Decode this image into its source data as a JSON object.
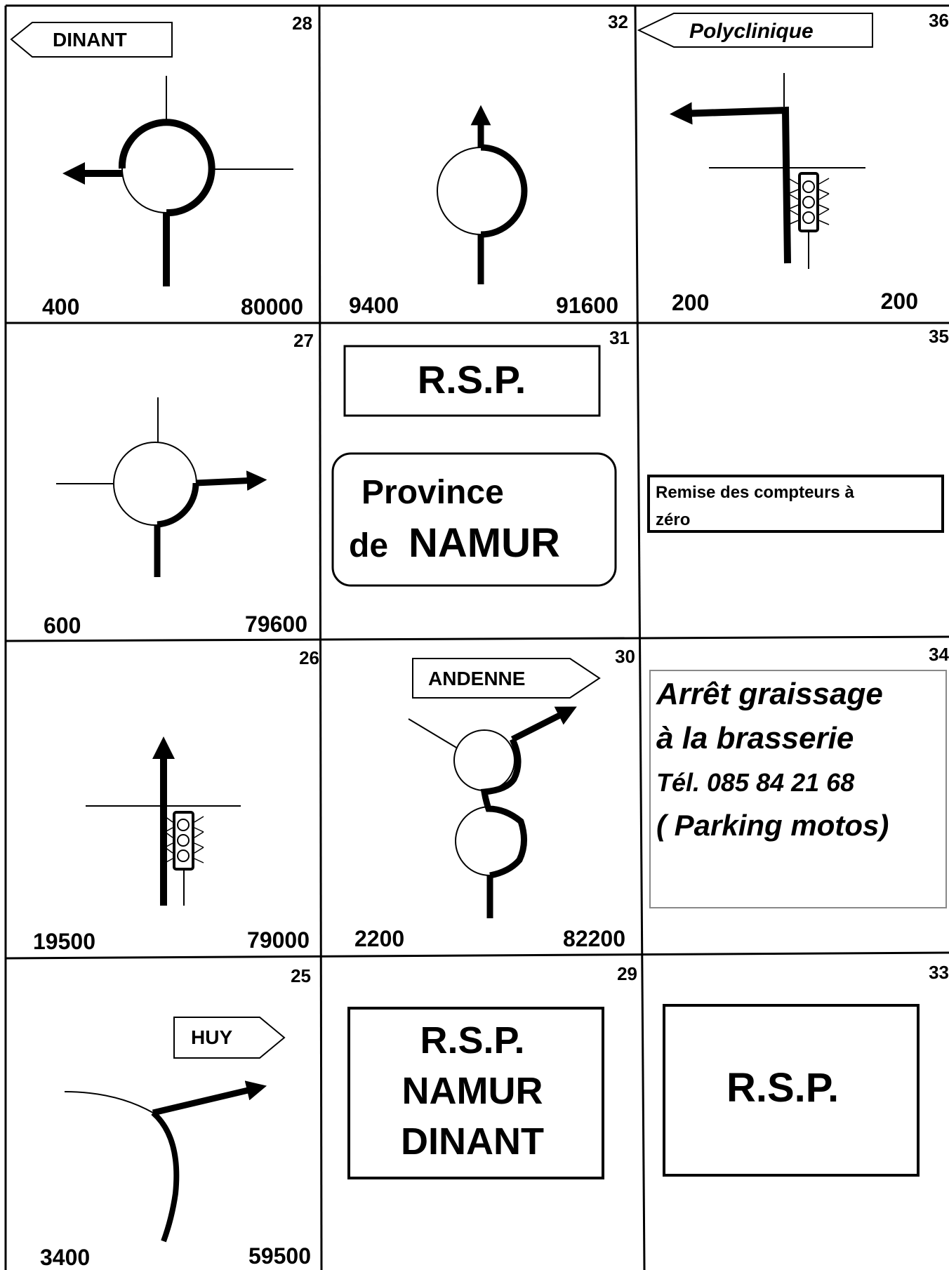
{
  "cells": {
    "c28": {
      "number": "28",
      "sign": "DINANT",
      "partial": "400",
      "total": "80000"
    },
    "c32": {
      "number": "32",
      "partial": "9400",
      "total": "91600"
    },
    "c36": {
      "number": "36",
      "sign": "Polyclinique",
      "partial": "200",
      "total": "200"
    },
    "c27": {
      "number": "27",
      "partial": "600",
      "total": "79600"
    },
    "c31": {
      "number": "31",
      "box": "R.S.P.",
      "province_line1": "Province",
      "province_de": "de",
      "province_name": "NAMUR"
    },
    "c35": {
      "number": "35",
      "note_line1": "Remise des compteurs à",
      "note_line2": "zéro"
    },
    "c26": {
      "number": "26",
      "partial": "19500",
      "total": "79000"
    },
    "c30": {
      "number": "30",
      "sign": "ANDENNE",
      "partial": "2200",
      "total": "82200"
    },
    "c34": {
      "number": "34",
      "line1": "Arrêt graissage",
      "line2": "à la brasserie",
      "line3": "Tél. 085 84 21 68",
      "line4": "( Parking motos)"
    },
    "c25": {
      "number": "25",
      "sign": "HUY",
      "partial": "3400",
      "total": "59500"
    },
    "c29": {
      "number": "29",
      "line1": "R.S.P.",
      "line2": "NAMUR",
      "line3": "DINANT"
    },
    "c33": {
      "number": "33",
      "box": "R.S.P."
    }
  },
  "icons": {
    "c28": "roundabout-left-exit-icon",
    "c32": "roundabout-straight-exit-icon",
    "c36": "traffic-light-turn-left-icon",
    "c27": "roundabout-right-exit-icon",
    "c26": "traffic-light-straight-icon",
    "c30": "double-roundabout-right-exit-icon",
    "c25": "bend-right-fork-icon"
  }
}
